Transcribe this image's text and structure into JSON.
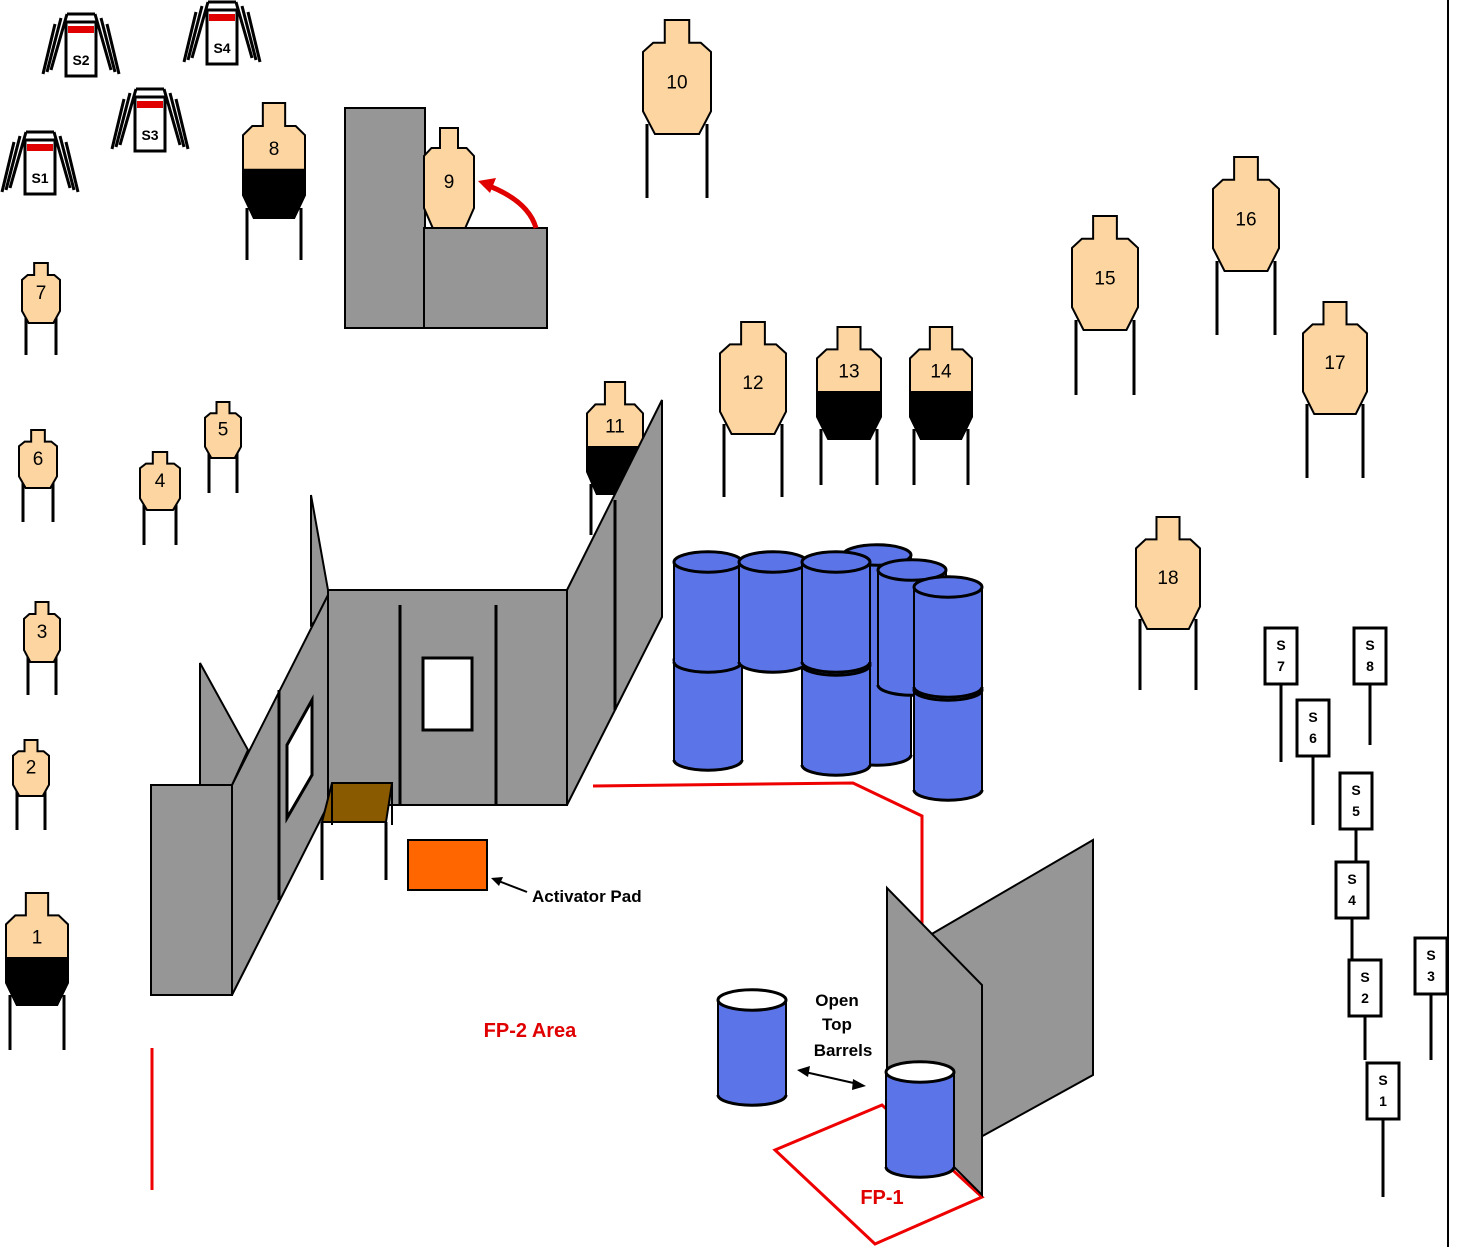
{
  "colors": {
    "target": "#fcd5a0",
    "hardcover": "#000000",
    "wall": "#969696",
    "barrel": "#5b74e8",
    "fault_line": "#ee0000",
    "activator_pad": "#ff6600",
    "table": "#8a5a00",
    "steel_plate": "#e00000"
  },
  "paper_targets": [
    {
      "label": "1",
      "hardcover": true
    },
    {
      "label": "2",
      "hardcover": false
    },
    {
      "label": "3",
      "hardcover": false
    },
    {
      "label": "4",
      "hardcover": false
    },
    {
      "label": "5",
      "hardcover": false
    },
    {
      "label": "6",
      "hardcover": false
    },
    {
      "label": "7",
      "hardcover": false
    },
    {
      "label": "8",
      "hardcover": true
    },
    {
      "label": "9",
      "hardcover": false
    },
    {
      "label": "10",
      "hardcover": false
    },
    {
      "label": "11",
      "hardcover": true
    },
    {
      "label": "12",
      "hardcover": false
    },
    {
      "label": "13",
      "hardcover": true
    },
    {
      "label": "14",
      "hardcover": true
    },
    {
      "label": "15",
      "hardcover": false
    },
    {
      "label": "16",
      "hardcover": false
    },
    {
      "label": "17",
      "hardcover": false
    },
    {
      "label": "18",
      "hardcover": false
    }
  ],
  "steel_poppers": [
    {
      "label": "S1"
    },
    {
      "label": "S2"
    },
    {
      "label": "S3"
    },
    {
      "label": "S4"
    }
  ],
  "steel_plates": [
    {
      "line1": "S",
      "line2": "1"
    },
    {
      "line1": "S",
      "line2": "2"
    },
    {
      "line1": "S",
      "line2": "3"
    },
    {
      "line1": "S",
      "line2": "4"
    },
    {
      "line1": "S",
      "line2": "5"
    },
    {
      "line1": "S",
      "line2": "6"
    },
    {
      "line1": "S",
      "line2": "7"
    },
    {
      "line1": "S",
      "line2": "8"
    }
  ],
  "labels": {
    "activator_pad": "Activator Pad",
    "open_top_barrels": [
      "Open",
      "Top",
      "Barrels"
    ],
    "fp2": "FP-2 Area",
    "fp1": "FP-1"
  }
}
